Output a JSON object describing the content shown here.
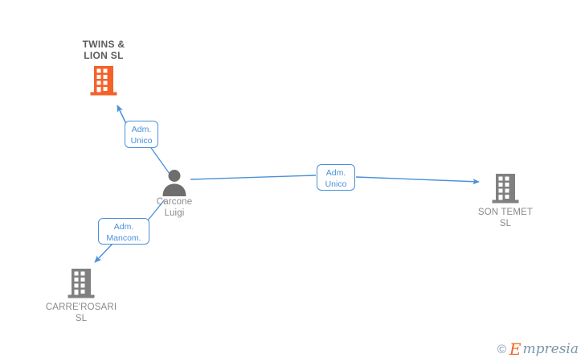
{
  "diagram": {
    "type": "corporate-relationship-graph",
    "background": "#ffffff",
    "colors": {
      "edge": "#4a90d9",
      "relation_box_border": "#4a90d9",
      "relation_box_text": "#4a90d9",
      "company_highlight": "#f4622a",
      "company_default": "#808080",
      "person": "#6e6e6e",
      "label_text": "#8a8a8a",
      "label_text_strong": "#5a5a5a"
    },
    "nodes": [
      {
        "id": "twins-lion",
        "kind": "company",
        "icon": "building-icon",
        "label": "TWINS &\nLION  SL",
        "highlight": true,
        "label_position": "above"
      },
      {
        "id": "carcone-luigi",
        "kind": "person",
        "icon": "person-icon",
        "label": "Carcone\nLuigi",
        "highlight": false,
        "label_position": "below"
      },
      {
        "id": "son-temet",
        "kind": "company",
        "icon": "building-icon",
        "label": "SON TEMET\nSL",
        "highlight": false,
        "label_position": "below"
      },
      {
        "id": "carre-rosari",
        "kind": "company",
        "icon": "building-icon",
        "label": "CARRE'ROSARI\nSL",
        "highlight": false,
        "label_position": "below"
      }
    ],
    "edges": [
      {
        "id": "edge-carcone-to-twins",
        "from": "carcone-luigi",
        "to": "twins-lion",
        "relation": "Adm.\nUnico",
        "direction": "to"
      },
      {
        "id": "edge-carcone-to-sontemet",
        "from": "carcone-luigi",
        "to": "son-temet",
        "relation": "Adm.\nUnico",
        "direction": "to"
      },
      {
        "id": "edge-carcone-to-carrerosari",
        "from": "carcone-luigi",
        "to": "carre-rosari",
        "relation": "Adm.\nMancom.",
        "direction": "to"
      }
    ]
  },
  "watermark": {
    "copyright": "©",
    "brand_initial": "E",
    "brand_rest": "mpresia"
  }
}
